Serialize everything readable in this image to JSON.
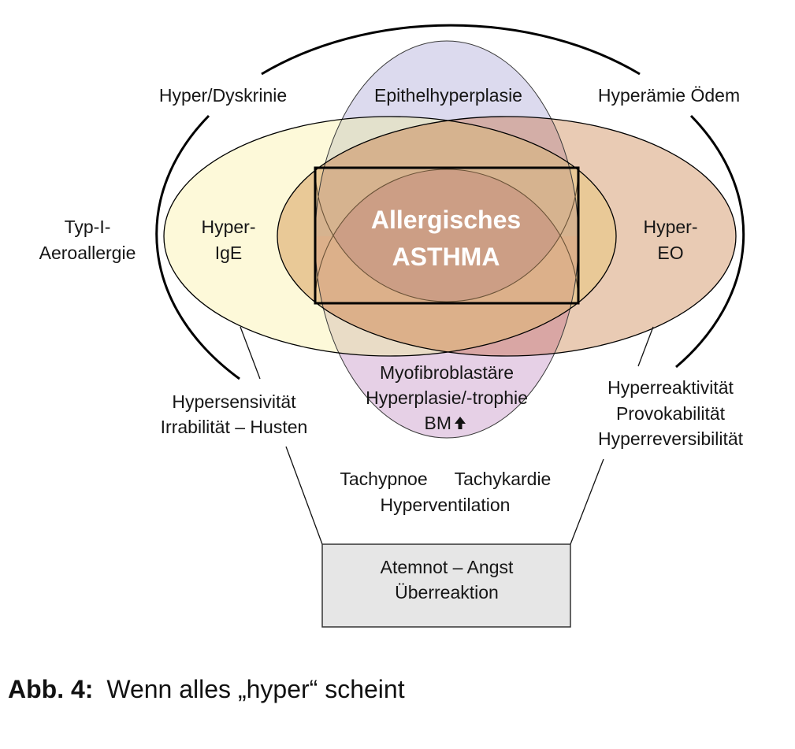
{
  "colors": {
    "hyper_ige": "#fdf9d9",
    "hyper_eo": "#e9cbb4",
    "ige_eo_overlap": "#e9c997",
    "epithel": "#dcdaee",
    "myofibro": "#e6d0e6",
    "epithel_ige": "#e3e1cc",
    "epithel_eo": "#d3aea7",
    "epithel_core": "#d6b38f",
    "myofibro_ige": "#e9dcc6",
    "myofibro_eo": "#d9a6a4",
    "myofibro_core": "#dcb08a",
    "asthma_core": "#cc9e85",
    "box": "#e6e6e6"
  },
  "labels": {
    "top_left": "Hyper/Dyskrinie",
    "top_center": "Epithelhyperplasie",
    "top_right": "Hyperämie Ödem",
    "far_left": [
      "Typ-I-",
      "Aeroallergie"
    ],
    "left_ellipse": [
      "Hyper-",
      "IgE"
    ],
    "center": [
      "Allergisches",
      "ASTHMA"
    ],
    "right_ellipse": [
      "Hyper-",
      "EO"
    ],
    "bottom_center": [
      "Myofibroblastäre",
      "Hyperplasie/-trophie",
      "BM"
    ],
    "bottom_center_icon": "arrow-up-icon",
    "lower_left": [
      "Hypersensivität",
      "Irrabilität – Husten"
    ],
    "lower_right": [
      "Hyperreaktivität",
      "Provokabilität",
      "Hyperreversibilität"
    ],
    "symptoms": {
      "tachypnoe": "Tachypnoe",
      "tachykardie": "Tachykardie",
      "hyperventilation": "Hyperventilation"
    },
    "box": [
      "Atemnot – Angst",
      "Überreaktion"
    ]
  },
  "caption": {
    "label": "Abb. 4:",
    "text": "Wenn alles „hyper“ scheint"
  }
}
